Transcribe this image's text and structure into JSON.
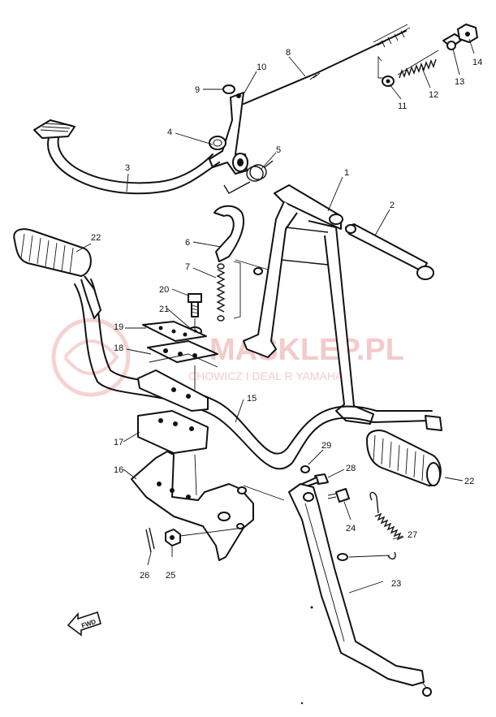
{
  "watermark": {
    "main": "MASKLEP.PL",
    "sub": "CHOWICZ I DEAL R YAMAHA"
  },
  "fwd_label": "FWD",
  "callouts": [
    {
      "id": "c1",
      "text": "1"
    },
    {
      "id": "c2",
      "text": "2"
    },
    {
      "id": "c3",
      "text": "3"
    },
    {
      "id": "c4",
      "text": "4"
    },
    {
      "id": "c5",
      "text": "5"
    },
    {
      "id": "c6",
      "text": "6"
    },
    {
      "id": "c7",
      "text": "7"
    },
    {
      "id": "c8",
      "text": "8"
    },
    {
      "id": "c9",
      "text": "9"
    },
    {
      "id": "c10",
      "text": "10"
    },
    {
      "id": "c11",
      "text": "11"
    },
    {
      "id": "c12",
      "text": "12"
    },
    {
      "id": "c13",
      "text": "13"
    },
    {
      "id": "c14",
      "text": "14"
    },
    {
      "id": "c15",
      "text": "15"
    },
    {
      "id": "c16",
      "text": "16"
    },
    {
      "id": "c17",
      "text": "17"
    },
    {
      "id": "c18",
      "text": "18"
    },
    {
      "id": "c19",
      "text": "19"
    },
    {
      "id": "c20",
      "text": "20"
    },
    {
      "id": "c21",
      "text": "21"
    },
    {
      "id": "c22a",
      "text": "22"
    },
    {
      "id": "c22b",
      "text": "22"
    },
    {
      "id": "c23",
      "text": "23"
    },
    {
      "id": "c24",
      "text": "24"
    },
    {
      "id": "c25",
      "text": "25"
    },
    {
      "id": "c26",
      "text": "26"
    },
    {
      "id": "c27",
      "text": "27"
    },
    {
      "id": "c28",
      "text": "28"
    },
    {
      "id": "c29",
      "text": "29"
    }
  ]
}
